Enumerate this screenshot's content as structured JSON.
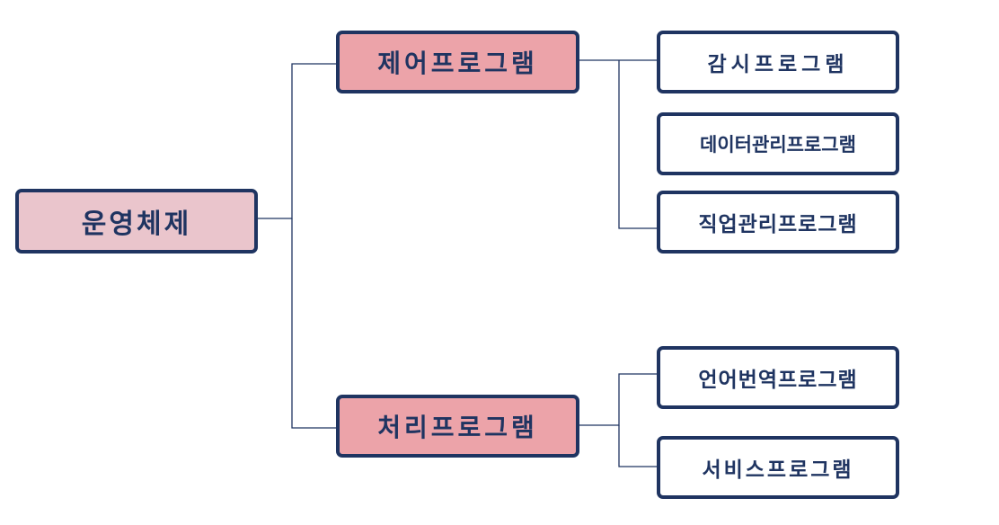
{
  "root": {
    "label": "운영체제"
  },
  "branches": [
    {
      "label": "제어프로그램",
      "children": [
        "감시프로그램",
        "데이터관리프로그램",
        "직업관리프로그램"
      ]
    },
    {
      "label": "처리프로그램",
      "children": [
        "언어번역프로그램",
        "서비스프로그램"
      ]
    }
  ],
  "colors": {
    "border": "#1f3461",
    "text": "#1f3461",
    "root_fill": "#eac5cc",
    "branch_fill": "#eca3a9",
    "leaf_fill": "#ffffff",
    "connector": "#1f3461"
  }
}
